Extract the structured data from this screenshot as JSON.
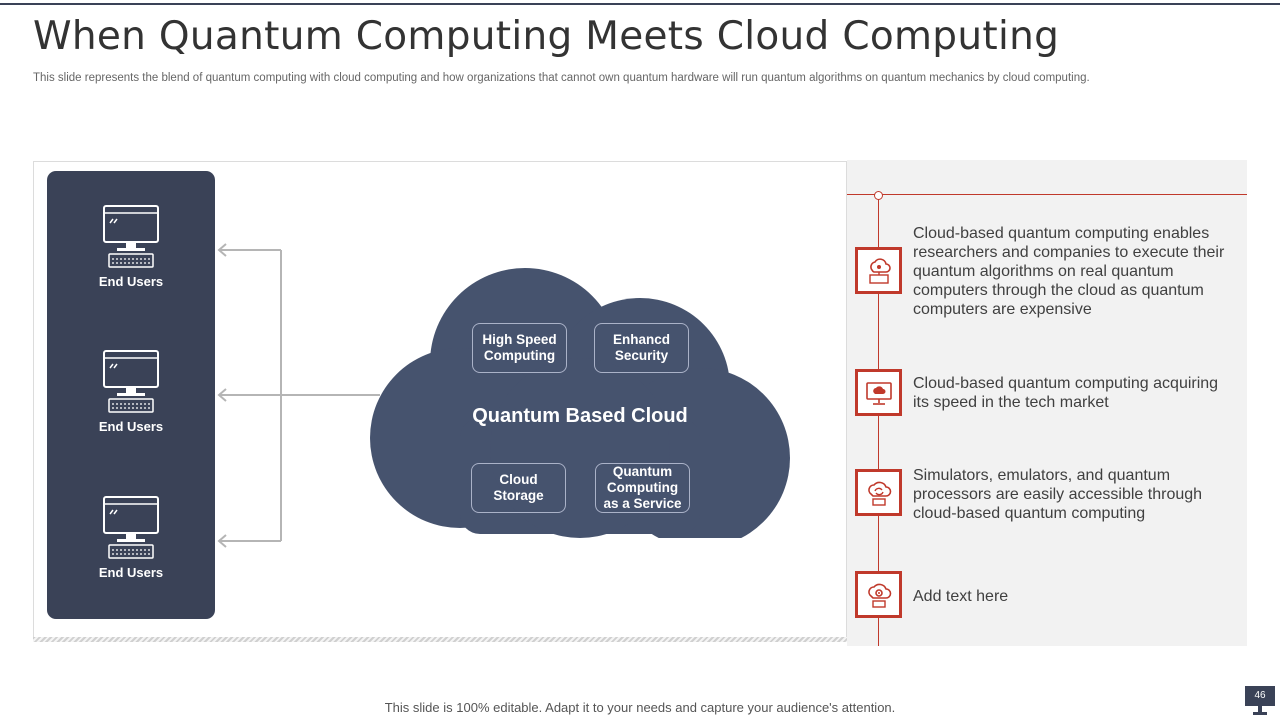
{
  "slide": {
    "title": "When Quantum Computing Meets Cloud Computing",
    "subtitle": "This slide represents the blend of quantum computing with cloud computing and how organizations that cannot own quantum hardware will run quantum algorithms on quantum mechanics by cloud computing.",
    "footer_note": "This slide is 100% editable. Adapt it to your needs and capture your audience's attention.",
    "page_number": "46"
  },
  "users": [
    {
      "label": "End Users",
      "icon": "computer-icon"
    },
    {
      "label": "End Users",
      "icon": "computer-icon"
    },
    {
      "label": "End Users",
      "icon": "computer-icon"
    }
  ],
  "cloud": {
    "title": "Quantum Based Cloud",
    "boxes": [
      {
        "label": "High Speed\nComputing"
      },
      {
        "label": "Enhancd\nSecurity"
      },
      {
        "label": "Cloud\nStorage"
      },
      {
        "label": "Quantum\nComputing\nas a Service"
      }
    ]
  },
  "points": [
    {
      "text": "Cloud-based quantum computing enables researchers and companies to execute their quantum  algorithms on real quantum computers through the cloud as quantum computers are expensive",
      "icon": "cloud-network-icon"
    },
    {
      "text": "Cloud-based quantum computing acquiring its speed in the tech market",
      "icon": "cloud-monitor-icon"
    },
    {
      "text": "Simulators, emulators, and quantum processors are easily accessible through cloud-based quantum  computing",
      "icon": "cloud-sync-icon"
    },
    {
      "text": "Add text here",
      "icon": "cloud-settings-icon"
    }
  ],
  "colors": {
    "navy": "#3a4257",
    "cloud": "#46536e",
    "accent_red": "#c0392b",
    "panel_gray": "#f2f2f2"
  }
}
